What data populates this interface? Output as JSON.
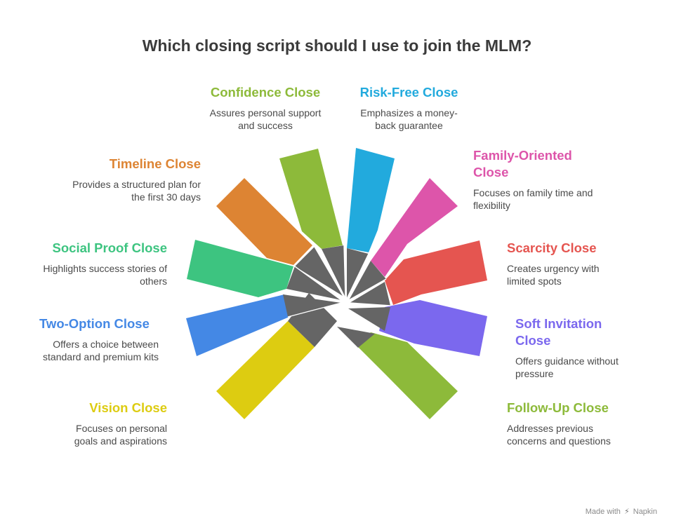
{
  "title": "Which closing script should I use to join the MLM?",
  "options": [
    {
      "name": "Confidence Close",
      "desc": "Assures personal support and success",
      "color": "#8DBA3A"
    },
    {
      "name": "Risk-Free Close",
      "desc": "Emphasizes a money-back guarantee",
      "color": "#22AADD"
    },
    {
      "name": "Family-Oriented Close",
      "desc": "Focuses on family time and flexibility",
      "color": "#DD55AA"
    },
    {
      "name": "Scarcity Close",
      "desc": "Creates urgency with limited spots",
      "color": "#E55550"
    },
    {
      "name": "Soft Invitation Close",
      "desc": "Offers guidance without pressure",
      "color": "#7B68EE"
    },
    {
      "name": "Follow-Up Close",
      "desc": "Addresses previous concerns and questions",
      "color": "#8DBA3A"
    },
    {
      "name": "Vision Close",
      "desc": "Focuses on personal goals and aspirations",
      "color": "#DDCC11"
    },
    {
      "name": "Two-Option Close",
      "desc": "Offers a choice between standard and premium kits",
      "color": "#4488E5"
    },
    {
      "name": "Social Proof Close",
      "desc": "Highlights success stories of others",
      "color": "#3DC480"
    },
    {
      "name": "Timeline Close",
      "desc": "Provides a structured plan for the first 30 days",
      "color": "#DD8433"
    }
  ],
  "footer": {
    "made_with": "Made with",
    "brand": "Napkin"
  }
}
